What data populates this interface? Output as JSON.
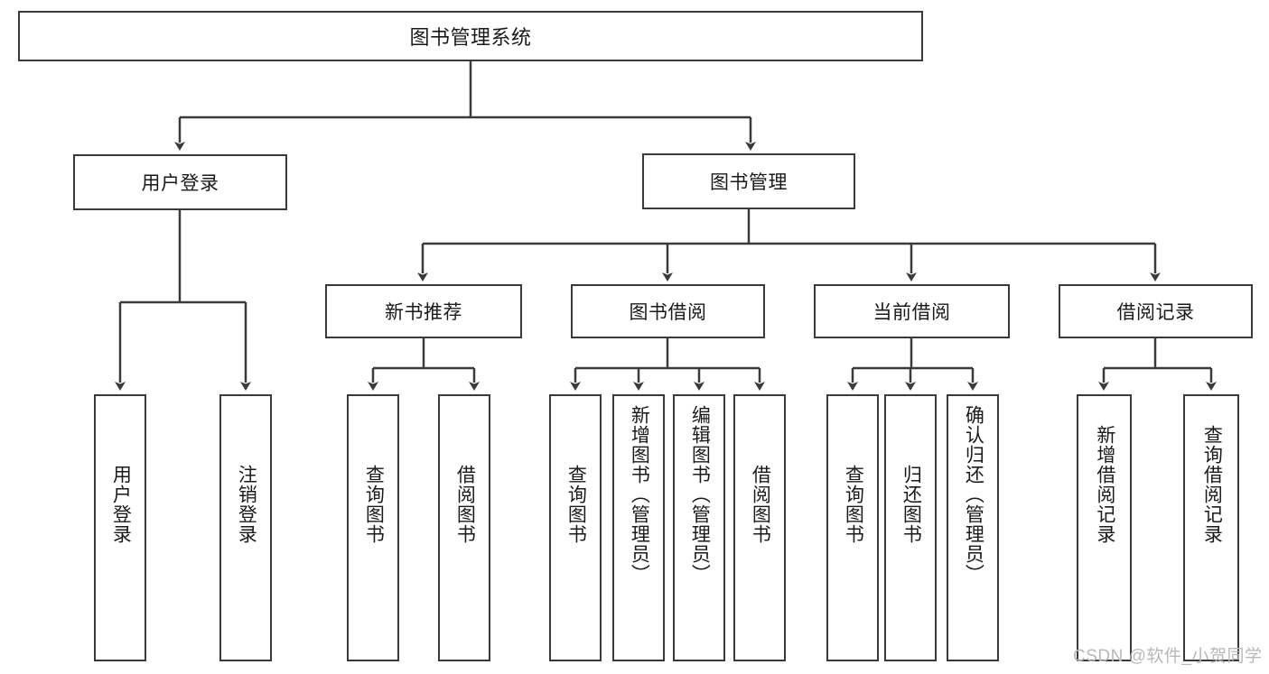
{
  "diagram": {
    "type": "tree-hierarchy-chart",
    "title": "图书管理系统",
    "watermark": "CSDN @软件_小贺同学",
    "colors": {
      "stroke": "#3a3a3a",
      "fill": "#ffffff",
      "text": "#1a1a1a",
      "watermark": "#b9b9b9"
    },
    "levels": {
      "root": {
        "label": "图书管理系统"
      },
      "level2": [
        {
          "id": "user-login",
          "label": "用户登录"
        },
        {
          "id": "book-management",
          "label": "图书管理"
        }
      ],
      "level3": [
        {
          "id": "new-book-recommend",
          "label": "新书推荐",
          "parent": "book-management"
        },
        {
          "id": "book-borrow",
          "label": "图书借阅",
          "parent": "book-management"
        },
        {
          "id": "current-borrow",
          "label": "当前借阅",
          "parent": "book-management"
        },
        {
          "id": "borrow-record",
          "label": "借阅记录",
          "parent": "book-management"
        }
      ],
      "leaves": [
        {
          "id": "leaf-user-login",
          "label": "用户登录",
          "parent": "user-login"
        },
        {
          "id": "leaf-logout-login",
          "label": "注销登录",
          "parent": "user-login"
        },
        {
          "id": "leaf-query-book-1",
          "label": "查询图书",
          "parent": "new-book-recommend"
        },
        {
          "id": "leaf-borrow-book-1",
          "label": "借阅图书",
          "parent": "new-book-recommend"
        },
        {
          "id": "leaf-query-book-2",
          "label": "查询图书",
          "parent": "book-borrow"
        },
        {
          "id": "leaf-add-book",
          "label": "新增图书（管理员）",
          "parent": "book-borrow"
        },
        {
          "id": "leaf-edit-book",
          "label": "编辑图书（管理员）",
          "parent": "book-borrow"
        },
        {
          "id": "leaf-borrow-book-2",
          "label": "借阅图书",
          "parent": "book-borrow"
        },
        {
          "id": "leaf-query-book-3",
          "label": "查询图书",
          "parent": "current-borrow"
        },
        {
          "id": "leaf-return-book",
          "label": "归还图书",
          "parent": "current-borrow"
        },
        {
          "id": "leaf-confirm-return",
          "label": "确认归还（管理员）",
          "parent": "current-borrow"
        },
        {
          "id": "leaf-add-record",
          "label": "新增借阅记录",
          "parent": "borrow-record"
        },
        {
          "id": "leaf-query-record",
          "label": "查询借阅记录",
          "parent": "borrow-record"
        }
      ]
    }
  }
}
